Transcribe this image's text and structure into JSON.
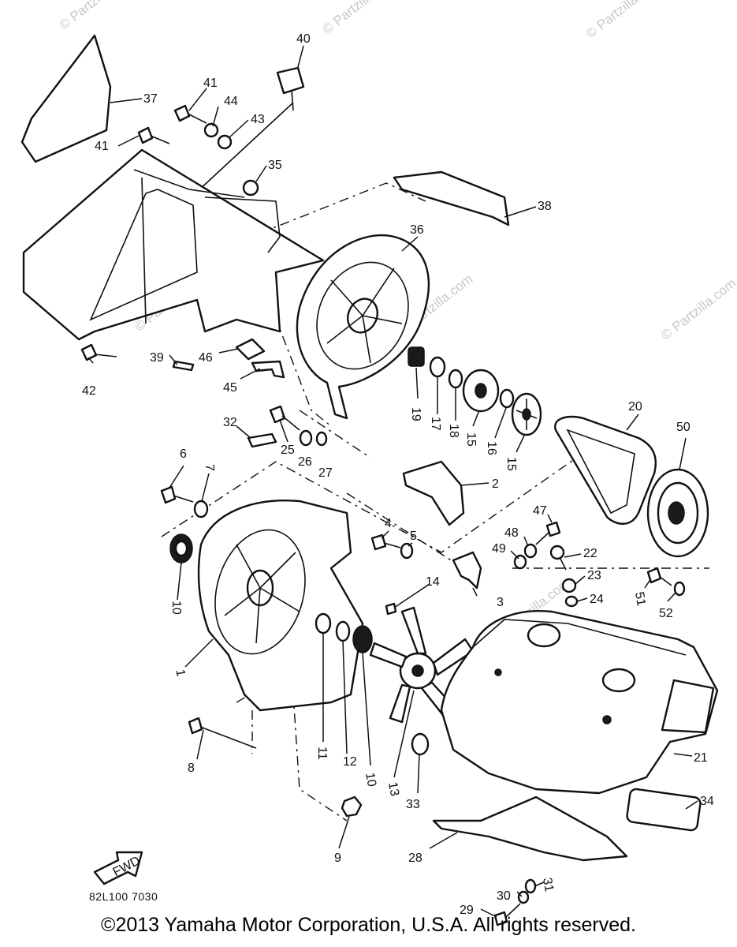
{
  "callouts": [
    "40",
    "41",
    "44",
    "43",
    "37",
    "41",
    "35",
    "38",
    "36",
    "42",
    "39",
    "46",
    "45",
    "19",
    "17",
    "18",
    "15",
    "16",
    "15",
    "20",
    "50",
    "32",
    "25",
    "26",
    "27",
    "6",
    "7",
    "2",
    "4",
    "5",
    "47",
    "48",
    "22",
    "49",
    "23",
    "24",
    "51",
    "52",
    "10",
    "14",
    "3",
    "1",
    "11",
    "12",
    "10",
    "13",
    "33",
    "21",
    "8",
    "9",
    "28",
    "34",
    "31",
    "30",
    "29"
  ],
  "watermark": "© Partzilla.com",
  "fwd_label": "FWD",
  "drawing_code": "82L100 7030",
  "copyright": "©2013  Yamaha Motor Corporation, U.S.A. All rights reserved."
}
